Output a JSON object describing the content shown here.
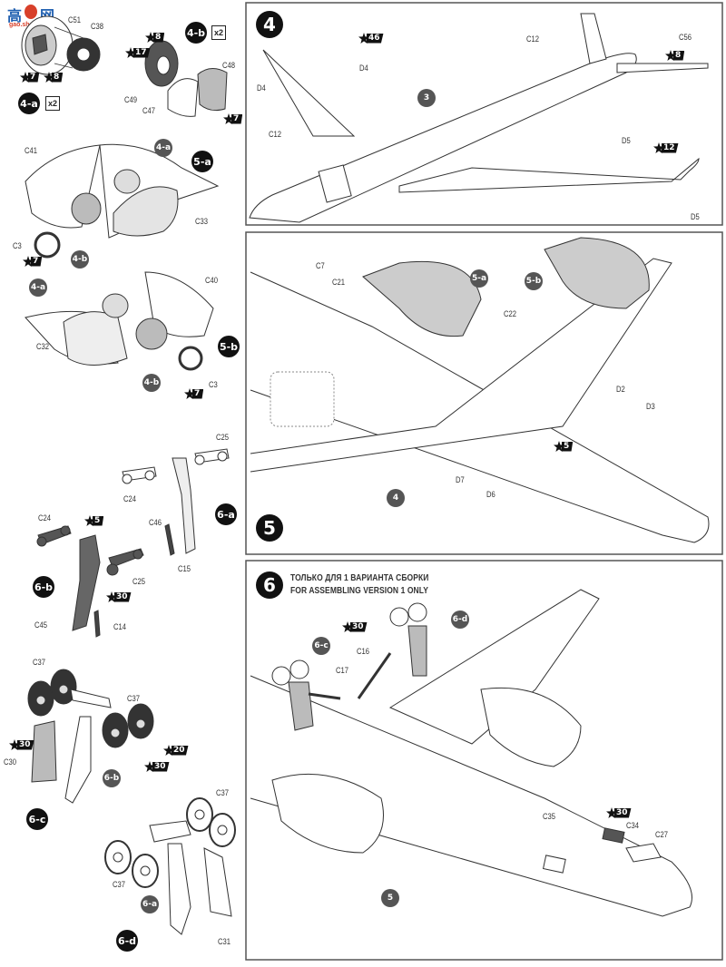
{
  "watermark": {
    "chars": [
      "高",
      "网"
    ],
    "url": "gao.shou.com"
  },
  "panels": {
    "step4": {
      "number": "4",
      "sub_ref": "3",
      "labels": {
        "d4_left": "D4",
        "d4_inset": "D4",
        "c12_top": "C12",
        "c12_left": "C12",
        "c56": "C56",
        "d5_inset": "D5",
        "d5_bottom": "D5"
      },
      "paints": {
        "inset_a": "46",
        "tail": "8",
        "inset_b": "12"
      }
    },
    "step5": {
      "number": "5",
      "refs": {
        "engine_left": "5-a",
        "engine_right": "5-b",
        "body": "4"
      },
      "labels": {
        "c7": "C7",
        "c21": "C21",
        "c22": "C22",
        "d2": "D2",
        "d3": "D3",
        "d7": "D7",
        "d6": "D6"
      },
      "paints": {
        "nose": "5"
      }
    },
    "step6": {
      "number": "6",
      "title_ru": "ТОЛЬКО ДЛЯ 1 ВАРИАНТА СБОРКИ",
      "title_en": "FOR ASSEMBLING VERSION 1 ONLY",
      "refs": {
        "gear_left": "6-c",
        "gear_right": "6-d",
        "body": "5"
      },
      "labels": {
        "c16": "C16",
        "c17": "C17",
        "c35": "C35",
        "c34": "C34",
        "c27": "C27"
      },
      "paints": {
        "strut": "30",
        "door": "30"
      }
    }
  },
  "substeps": {
    "s4a": {
      "id": "4-a",
      "qty": "x2",
      "labels": {
        "c51": "C51",
        "c38": "C38"
      },
      "paints": [
        "7",
        "8"
      ]
    },
    "s4b": {
      "id": "4-b",
      "qty": "x2",
      "labels": {
        "c49": "C49",
        "c47": "C47",
        "c48": "C48"
      },
      "paints": [
        "8",
        "17",
        "7"
      ]
    },
    "s5a": {
      "id": "5-a",
      "refs": [
        "4-a",
        "4-b"
      ],
      "labels": {
        "c41": "C41",
        "c33": "C33",
        "c3": "C3"
      },
      "paints": [
        "7"
      ]
    },
    "s5b": {
      "id": "5-b",
      "refs": [
        "4-a",
        "4-b"
      ],
      "labels": {
        "c40": "C40",
        "c32": "C32",
        "c3": "C3"
      },
      "paints": [
        "7"
      ]
    },
    "s6a": {
      "id": "6-a",
      "labels": {
        "c25": "C25",
        "c24": "C24",
        "c46": "C46",
        "c15": "C15"
      }
    },
    "s6b": {
      "id": "6-b",
      "labels": {
        "c24": "C24",
        "c25": "C25",
        "c45": "C45",
        "c14": "C14"
      },
      "paints": [
        "5",
        "30"
      ]
    },
    "s6c": {
      "id": "6-c",
      "ref": "6-b",
      "labels": {
        "c37a": "C37",
        "c37b": "C37",
        "c30": "C30"
      },
      "paints": [
        "30",
        "20",
        "30"
      ]
    },
    "s6d": {
      "id": "6-d",
      "ref": "6-a",
      "labels": {
        "c37a": "C37",
        "c37b": "C37",
        "c31": "C31"
      }
    }
  }
}
